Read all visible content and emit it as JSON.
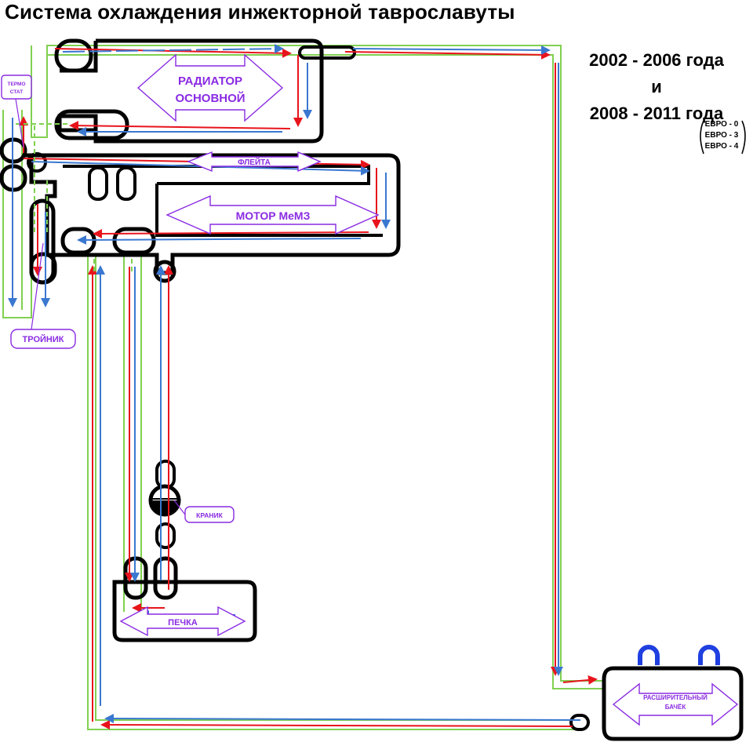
{
  "title": "Система охлаждения инжекторной таврославуты",
  "years": {
    "line1": "2002 - 2006 года",
    "line2": "и",
    "line3": "2008 - 2011 года"
  },
  "euro": [
    "ЕВРО - 0",
    "ЕВРО - 3",
    "ЕВРО - 4"
  ],
  "labels": {
    "radiator_line1": "РАДИАТОР",
    "radiator_line2": "ОСНОВНОЙ",
    "flute": "ФЛЕЙТА",
    "motor": "МОТОР МеМЗ",
    "thermostat_line1": "ТЕРМО",
    "thermostat_line2": "СТАТ",
    "tee": "ТРОЙНИК",
    "valve": "КРАНИК",
    "heater": "ПЕЧКА",
    "tank_line1": "РАСШИРИТЕЛЬНЫЙ",
    "tank_line2": "БАЧЁК"
  },
  "colors": {
    "hot": "#e8141c",
    "cold": "#3a78d0",
    "green": "#80d050",
    "label": "#8a2be2",
    "outline": "#000000"
  }
}
